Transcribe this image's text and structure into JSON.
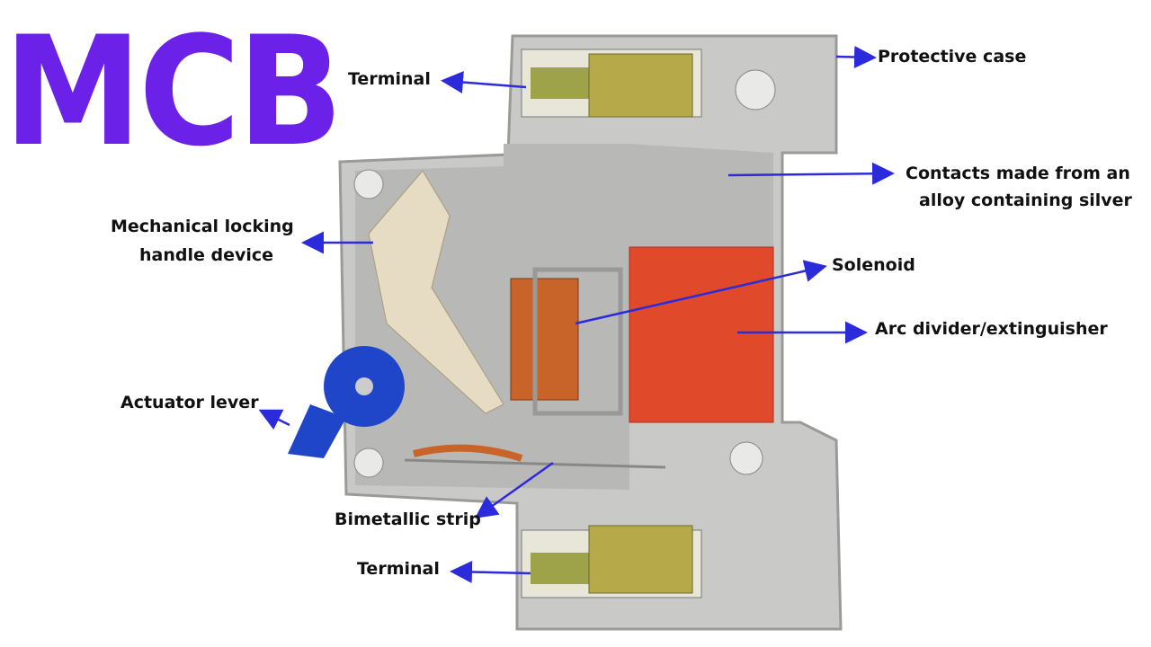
{
  "title": "MCB",
  "labels": {
    "terminal_top": "Terminal",
    "protective_case": "Protective case",
    "contacts_line1": "Contacts made from an",
    "contacts_line2": "alloy containing silver",
    "locking_line1": "Mechanical locking",
    "locking_line2": "handle device",
    "solenoid": "Solenoid",
    "arc": "Arc divider/extinguisher",
    "actuator": "Actuator lever",
    "bimetallic": "Bimetallic strip",
    "terminal_bottom": "Terminal"
  },
  "colors": {
    "title": "#6b21e8",
    "arrow": "#2b2bdc",
    "case": "#c9c9c7",
    "arc": "#e04a2a",
    "coil": "#c8642a",
    "lever": "#1f45c8",
    "handle": "#e6dcc4"
  }
}
